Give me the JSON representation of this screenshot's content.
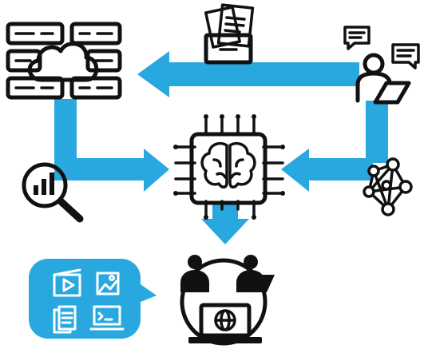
{
  "colors": {
    "accent": "#29a8e0",
    "ink": "#111111",
    "background": "#ffffff"
  },
  "nodes": [
    {
      "id": "cloud-server",
      "icon": "cloud-server-icon"
    },
    {
      "id": "document-folder",
      "icon": "document-folder-icon"
    },
    {
      "id": "presenter",
      "icon": "presenter-chat-icon"
    },
    {
      "id": "ai-chip",
      "icon": "ai-brain-chip-icon"
    },
    {
      "id": "analytics",
      "icon": "magnifier-chart-icon"
    },
    {
      "id": "network",
      "icon": "network-graph-icon"
    },
    {
      "id": "collaboration",
      "icon": "people-laptop-globe-icon"
    },
    {
      "id": "media-bubble",
      "icon": "media-speech-bubble-icon"
    }
  ],
  "edges": [
    {
      "from": "presenter",
      "to": "cloud-server"
    },
    {
      "from": "cloud-server",
      "to": "ai-chip"
    },
    {
      "from": "presenter",
      "to": "ai-chip"
    },
    {
      "from": "ai-chip",
      "to": "collaboration"
    }
  ]
}
